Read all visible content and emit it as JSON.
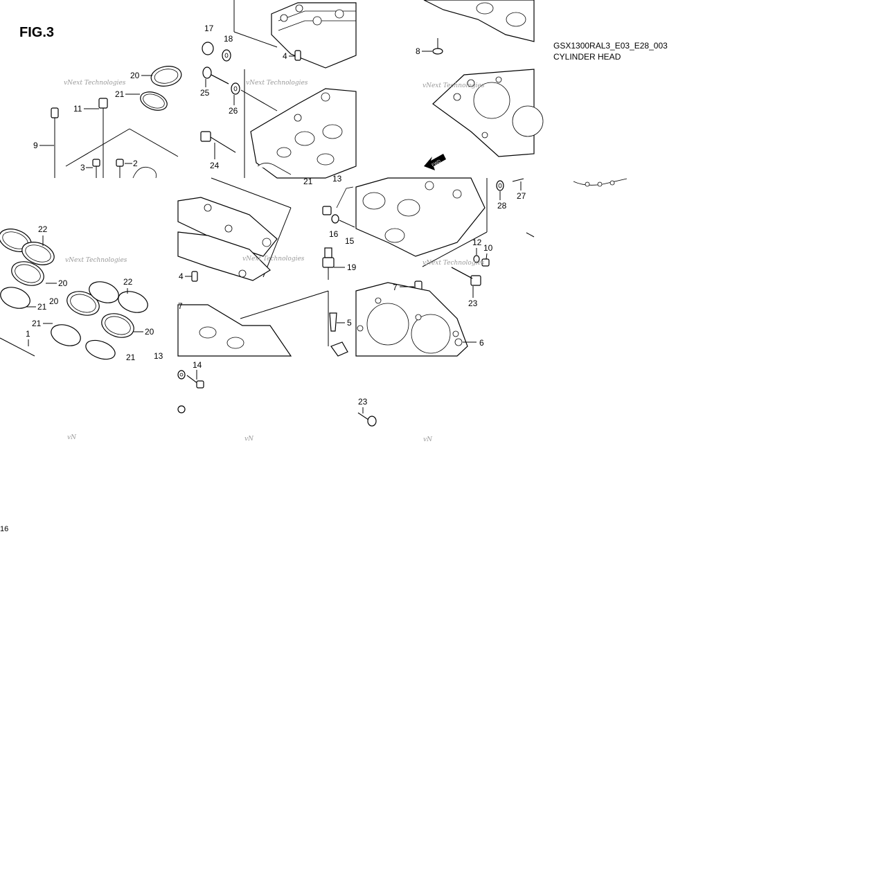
{
  "header": {
    "figure_label": "FIG.3",
    "model_code": "GSX1300RAL3_E03_E28_003",
    "part_name": "CYLINDER HEAD"
  },
  "footer": {
    "page_number": "16"
  },
  "watermark": {
    "text": "vNext Technologies",
    "fragment": "vN"
  },
  "fwd_marker": {
    "text": "FWD"
  },
  "callouts": {
    "c1": "1",
    "c2": "2",
    "c3": "3",
    "c4a": "4",
    "c4b": "4",
    "c5": "5",
    "c6": "6",
    "c7a": "7",
    "c7b": "7",
    "c8": "8",
    "c9": "9",
    "c10": "10",
    "c11": "11",
    "c12": "12",
    "c13a": "13",
    "c13b": "13",
    "c14": "14",
    "c15": "15",
    "c16a": "16",
    "c17": "17",
    "c18": "18",
    "c19": "19",
    "c20a": "20",
    "c20b": "20",
    "c20c": "20",
    "c20d": "20",
    "c21a": "21",
    "c21b": "21",
    "c21c": "21",
    "c21d": "21",
    "c21e": "21",
    "c22a": "22",
    "c22b": "22",
    "c23a": "23",
    "c23b": "23",
    "c24": "24",
    "c25": "25",
    "c26": "26",
    "c27": "27",
    "c28": "28"
  }
}
